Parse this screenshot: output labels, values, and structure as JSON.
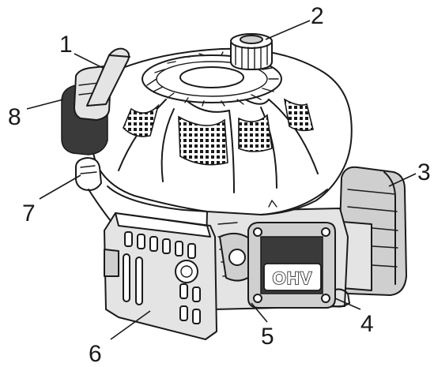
{
  "badge": {
    "text": "OHV"
  },
  "callouts": [
    {
      "id": "1",
      "label": "1"
    },
    {
      "id": "2",
      "label": "2"
    },
    {
      "id": "3",
      "label": "3"
    },
    {
      "id": "4",
      "label": "4"
    },
    {
      "id": "5",
      "label": "5"
    },
    {
      "id": "6",
      "label": "6"
    },
    {
      "id": "7",
      "label": "7"
    },
    {
      "id": "8",
      "label": "8"
    }
  ],
  "colors": {
    "line": "#1a1a1a",
    "fill_gray": "#cfcfcf",
    "fill_light": "#e4e4e4",
    "background": "#ffffff"
  }
}
